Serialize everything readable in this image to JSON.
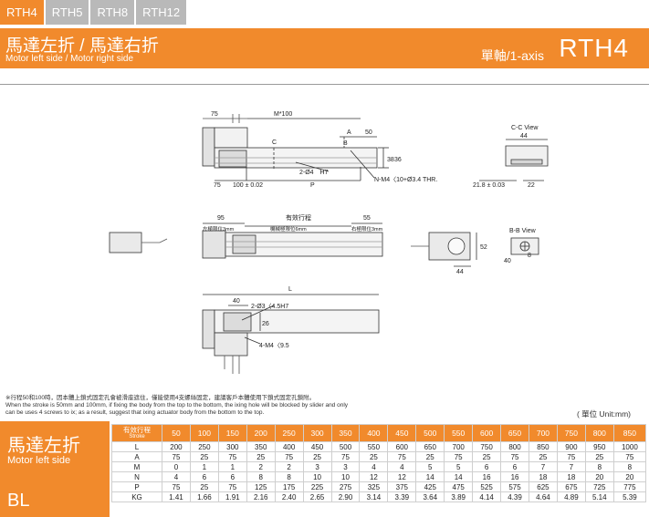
{
  "tabs": [
    "RTH4",
    "RTH5",
    "RTH8",
    "RTH12"
  ],
  "banner": {
    "title": "馬達左折 / 馬達右折",
    "subtitle": "Motor left side / Motor right side",
    "axis": "單軸/1-axis",
    "model": "RTH4"
  },
  "drawing": {
    "top_view": {
      "dim_75": "75",
      "dim_m100": "M*100",
      "dim_a": "A",
      "dim_50": "50",
      "dim_b": "B",
      "dim_c": "C",
      "dim_38": "38",
      "dim_36": "36",
      "hole_pin": "2-Ø4　H7",
      "dim_75b": "75",
      "dim_100": "100 ± 0.02",
      "dim_p": "P",
      "thread": "N-M4〈10+Ø3.4 THR."
    },
    "cc_view": {
      "label": "C-C View",
      "dim_44": "44",
      "dim_21": "21.8 ± 0.03",
      "dim_22": "22"
    },
    "side_view": {
      "dim_95": "95",
      "left_limit": "左極限位3mm",
      "stroke": "有效行程",
      "mech_limit": "機械極限位6mm",
      "dim_55": "55",
      "right_limit": "右極限位3mm"
    },
    "bb_view": {
      "label": "B-B View",
      "dim_40": "40",
      "dim_8": "8"
    },
    "motor_side": {
      "dim_52": "52",
      "dim_44": "44"
    },
    "bottom_view": {
      "dim_l": "L",
      "dim_40": "40",
      "hole_pin": "2-Ø3〈4.5H7",
      "dim_26": "26",
      "thread": "4-M4〈9.5"
    }
  },
  "note": {
    "line1": "※行程50和100時，因本體上鎖式固定孔會被滑座遮住，僅能使用4支螺絲固定，建議客戶本體使用下鎖式固定孔鎖附。",
    "line2": "When the stroke is 50mm and 100mm, if fixing the body from the top to the bottom, the ixing hole will be blocked by slider and only",
    "line3": "can be uses 4 screws to ix; as a result, suggest that ixing actuator body from the bottom to the top."
  },
  "unit": "( 單位 Unit:mm)",
  "spec_panel": {
    "title": "馬達左折",
    "subtitle": "Motor left side",
    "code": "BL"
  },
  "table": {
    "head_cn": "有效行程",
    "head_en": "Stroke",
    "strokes": [
      "50",
      "100",
      "150",
      "200",
      "250",
      "300",
      "350",
      "400",
      "450",
      "500",
      "550",
      "600",
      "650",
      "700",
      "750",
      "800",
      "850"
    ],
    "rows": [
      {
        "label": "L",
        "values": [
          "200",
          "250",
          "300",
          "350",
          "400",
          "450",
          "500",
          "550",
          "600",
          "650",
          "700",
          "750",
          "800",
          "850",
          "900",
          "950",
          "1000"
        ]
      },
      {
        "label": "A",
        "values": [
          "75",
          "25",
          "75",
          "25",
          "75",
          "25",
          "75",
          "25",
          "75",
          "25",
          "75",
          "25",
          "75",
          "25",
          "75",
          "25",
          "75"
        ]
      },
      {
        "label": "M",
        "values": [
          "0",
          "1",
          "1",
          "2",
          "2",
          "3",
          "3",
          "4",
          "4",
          "5",
          "5",
          "6",
          "6",
          "7",
          "7",
          "8",
          "8"
        ]
      },
      {
        "label": "N",
        "values": [
          "4",
          "6",
          "6",
          "8",
          "8",
          "10",
          "10",
          "12",
          "12",
          "14",
          "14",
          "16",
          "16",
          "18",
          "18",
          "20",
          "20"
        ]
      },
      {
        "label": "P",
        "values": [
          "75",
          "25",
          "75",
          "125",
          "175",
          "225",
          "275",
          "325",
          "375",
          "425",
          "475",
          "525",
          "575",
          "625",
          "675",
          "725",
          "775"
        ]
      },
      {
        "label": "KG",
        "values": [
          "1.41",
          "1.66",
          "1.91",
          "2.16",
          "2.40",
          "2.65",
          "2.90",
          "3.14",
          "3.39",
          "3.64",
          "3.89",
          "4.14",
          "4.39",
          "4.64",
          "4.89",
          "5.14",
          "5.39"
        ]
      }
    ]
  },
  "colors": {
    "accent": "#f18a2c",
    "tab_inactive": "#b9b9b9"
  }
}
